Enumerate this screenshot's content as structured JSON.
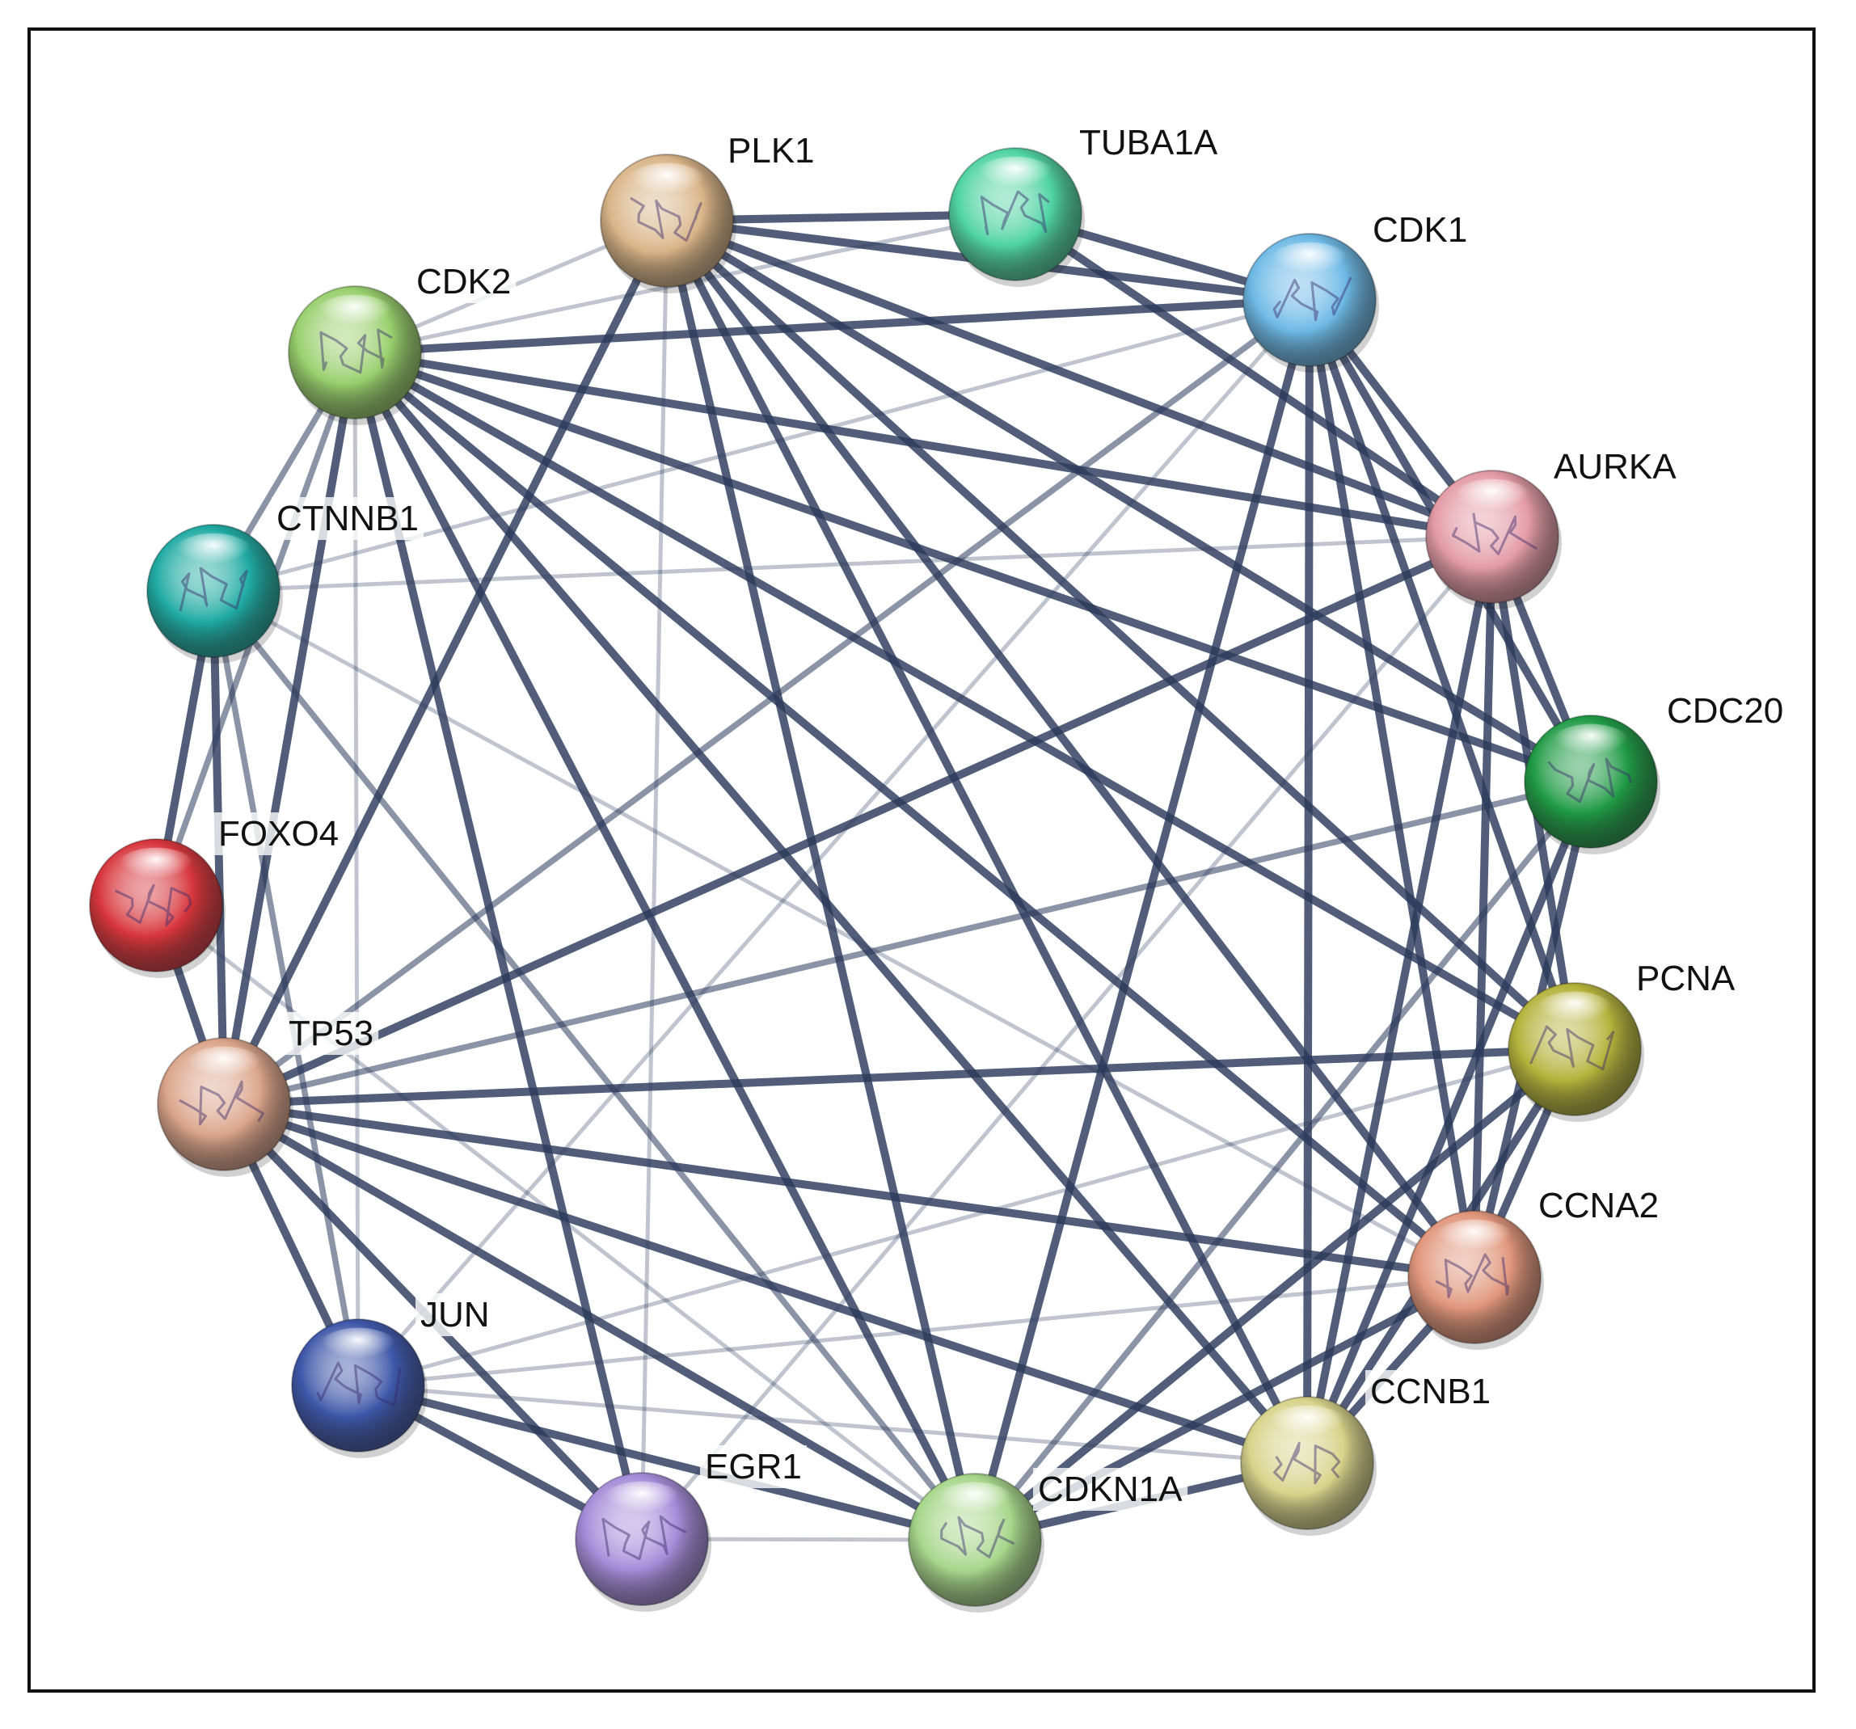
{
  "diagram": {
    "type": "protein-interaction-network",
    "edge_color": "#2c3a5c",
    "nodes": [
      {
        "id": "PLK1",
        "label": "PLK1",
        "color": "#d9b487",
        "icon": "protein-structure-icon"
      },
      {
        "id": "TUBA1A",
        "label": "TUBA1A",
        "color": "#4fd3a4",
        "icon": "protein-structure-icon"
      },
      {
        "id": "CDK1",
        "label": "CDK1",
        "color": "#6db9e6",
        "icon": "protein-structure-icon"
      },
      {
        "id": "AURKA",
        "label": "AURKA",
        "color": "#e39aa6",
        "icon": "protein-structure-icon"
      },
      {
        "id": "CDC20",
        "label": "CDC20",
        "color": "#1f9a45",
        "icon": "protein-structure-icon"
      },
      {
        "id": "PCNA",
        "label": "PCNA",
        "color": "#b4b23a",
        "icon": "protein-structure-icon"
      },
      {
        "id": "CCNA2",
        "label": "CCNA2",
        "color": "#e0957a",
        "icon": "protein-structure-icon"
      },
      {
        "id": "CCNB1",
        "label": "CCNB1",
        "color": "#d7d38a",
        "icon": "protein-structure-icon"
      },
      {
        "id": "CDKN1A",
        "label": "CDKN1A",
        "color": "#a6d68a",
        "icon": "protein-structure-icon"
      },
      {
        "id": "EGR1",
        "label": "EGR1",
        "color": "#a48bd8",
        "icon": "protein-structure-icon"
      },
      {
        "id": "JUN",
        "label": "JUN",
        "color": "#3d56a8",
        "icon": "protein-structure-icon"
      },
      {
        "id": "TP53",
        "label": "TP53",
        "color": "#dba48a",
        "icon": "protein-structure-icon"
      },
      {
        "id": "FOXO4",
        "label": "FOXO4",
        "color": "#d7353b",
        "icon": "protein-structure-icon"
      },
      {
        "id": "CTNNB1",
        "label": "CTNNB1",
        "color": "#1eaaa2",
        "icon": "protein-structure-icon"
      },
      {
        "id": "CDK2",
        "label": "CDK2",
        "color": "#98cf6c",
        "icon": "protein-structure-icon"
      }
    ],
    "edges": [
      {
        "source": "PLK1",
        "target": "TUBA1A",
        "strength": "strong"
      },
      {
        "source": "PLK1",
        "target": "CDK1",
        "strength": "strong"
      },
      {
        "source": "PLK1",
        "target": "AURKA",
        "strength": "strong"
      },
      {
        "source": "PLK1",
        "target": "CDC20",
        "strength": "strong"
      },
      {
        "source": "PLK1",
        "target": "PCNA",
        "strength": "strong"
      },
      {
        "source": "PLK1",
        "target": "CCNA2",
        "strength": "strong"
      },
      {
        "source": "PLK1",
        "target": "CCNB1",
        "strength": "strong"
      },
      {
        "source": "PLK1",
        "target": "CDKN1A",
        "strength": "strong"
      },
      {
        "source": "PLK1",
        "target": "TP53",
        "strength": "strong"
      },
      {
        "source": "PLK1",
        "target": "CDK2",
        "strength": "weak"
      },
      {
        "source": "PLK1",
        "target": "EGR1",
        "strength": "weak"
      },
      {
        "source": "TUBA1A",
        "target": "CDK1",
        "strength": "strong"
      },
      {
        "source": "TUBA1A",
        "target": "AURKA",
        "strength": "strong"
      },
      {
        "source": "TUBA1A",
        "target": "CDK2",
        "strength": "weak"
      },
      {
        "source": "CDK1",
        "target": "CDK2",
        "strength": "strong"
      },
      {
        "source": "CDK1",
        "target": "AURKA",
        "strength": "strong"
      },
      {
        "source": "CDK1",
        "target": "CDC20",
        "strength": "strong"
      },
      {
        "source": "CDK1",
        "target": "PCNA",
        "strength": "strong"
      },
      {
        "source": "CDK1",
        "target": "CCNA2",
        "strength": "strong"
      },
      {
        "source": "CDK1",
        "target": "CCNB1",
        "strength": "strong"
      },
      {
        "source": "CDK1",
        "target": "CDKN1A",
        "strength": "strong"
      },
      {
        "source": "CDK1",
        "target": "TP53",
        "strength": "medium"
      },
      {
        "source": "CDK1",
        "target": "CTNNB1",
        "strength": "weak"
      },
      {
        "source": "CDK1",
        "target": "JUN",
        "strength": "weak"
      },
      {
        "source": "AURKA",
        "target": "CDC20",
        "strength": "strong"
      },
      {
        "source": "AURKA",
        "target": "PCNA",
        "strength": "strong"
      },
      {
        "source": "AURKA",
        "target": "CCNA2",
        "strength": "strong"
      },
      {
        "source": "AURKA",
        "target": "CCNB1",
        "strength": "strong"
      },
      {
        "source": "AURKA",
        "target": "CDK2",
        "strength": "strong"
      },
      {
        "source": "AURKA",
        "target": "TP53",
        "strength": "strong"
      },
      {
        "source": "AURKA",
        "target": "CTNNB1",
        "strength": "weak"
      },
      {
        "source": "AURKA",
        "target": "EGR1",
        "strength": "weak"
      },
      {
        "source": "CDC20",
        "target": "CCNA2",
        "strength": "strong"
      },
      {
        "source": "CDC20",
        "target": "CCNB1",
        "strength": "strong"
      },
      {
        "source": "CDC20",
        "target": "CDK2",
        "strength": "strong"
      },
      {
        "source": "CDC20",
        "target": "TP53",
        "strength": "medium"
      },
      {
        "source": "CDC20",
        "target": "CDKN1A",
        "strength": "medium"
      },
      {
        "source": "PCNA",
        "target": "CCNA2",
        "strength": "strong"
      },
      {
        "source": "PCNA",
        "target": "CCNB1",
        "strength": "strong"
      },
      {
        "source": "PCNA",
        "target": "CDKN1A",
        "strength": "strong"
      },
      {
        "source": "PCNA",
        "target": "TP53",
        "strength": "strong"
      },
      {
        "source": "PCNA",
        "target": "CDK2",
        "strength": "strong"
      },
      {
        "source": "PCNA",
        "target": "JUN",
        "strength": "weak"
      },
      {
        "source": "CCNA2",
        "target": "CCNB1",
        "strength": "strong"
      },
      {
        "source": "CCNA2",
        "target": "CDKN1A",
        "strength": "strong"
      },
      {
        "source": "CCNA2",
        "target": "TP53",
        "strength": "strong"
      },
      {
        "source": "CCNA2",
        "target": "CDK2",
        "strength": "strong"
      },
      {
        "source": "CCNA2",
        "target": "JUN",
        "strength": "weak"
      },
      {
        "source": "CCNA2",
        "target": "CTNNB1",
        "strength": "weak"
      },
      {
        "source": "CCNB1",
        "target": "CDKN1A",
        "strength": "strong"
      },
      {
        "source": "CCNB1",
        "target": "TP53",
        "strength": "strong"
      },
      {
        "source": "CCNB1",
        "target": "CDK2",
        "strength": "strong"
      },
      {
        "source": "CCNB1",
        "target": "JUN",
        "strength": "weak"
      },
      {
        "source": "CDKN1A",
        "target": "TP53",
        "strength": "strong"
      },
      {
        "source": "CDKN1A",
        "target": "CDK2",
        "strength": "strong"
      },
      {
        "source": "CDKN1A",
        "target": "EGR1",
        "strength": "weak"
      },
      {
        "source": "CDKN1A",
        "target": "JUN",
        "strength": "strong"
      },
      {
        "source": "CDKN1A",
        "target": "FOXO4",
        "strength": "weak"
      },
      {
        "source": "CDKN1A",
        "target": "CTNNB1",
        "strength": "medium"
      },
      {
        "source": "EGR1",
        "target": "TP53",
        "strength": "strong"
      },
      {
        "source": "EGR1",
        "target": "JUN",
        "strength": "strong"
      },
      {
        "source": "EGR1",
        "target": "CDK2",
        "strength": "strong"
      },
      {
        "source": "JUN",
        "target": "TP53",
        "strength": "strong"
      },
      {
        "source": "JUN",
        "target": "CTNNB1",
        "strength": "medium"
      },
      {
        "source": "JUN",
        "target": "CDK2",
        "strength": "weak"
      },
      {
        "source": "TP53",
        "target": "FOXO4",
        "strength": "strong"
      },
      {
        "source": "TP53",
        "target": "CTNNB1",
        "strength": "strong"
      },
      {
        "source": "TP53",
        "target": "CDK2",
        "strength": "strong"
      },
      {
        "source": "FOXO4",
        "target": "CTNNB1",
        "strength": "strong"
      },
      {
        "source": "FOXO4",
        "target": "CDK2",
        "strength": "medium"
      },
      {
        "source": "CTNNB1",
        "target": "CDK2",
        "strength": "medium"
      }
    ]
  }
}
